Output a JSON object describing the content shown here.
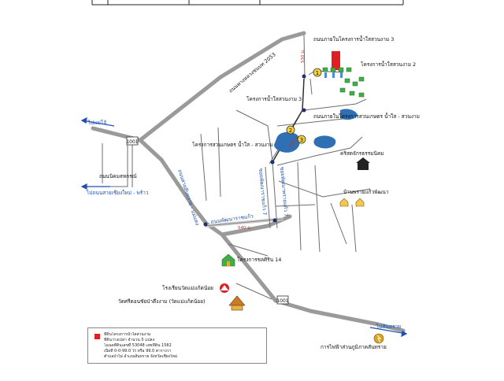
{
  "map": {
    "places": {
      "alley_3": "ถนนภายในโครงการน้ำใสสวนงาม 3",
      "nam_sai_2": "โครงการน้ำใสสวนงาม 2",
      "nam_sai_3": "โครงการน้ำใสสวนงาม 3",
      "kaset_road": "ถนนภายในโครงการสวนเกษตร น้ำใส - สวนงาม",
      "kaset_project": "โครงการสวนเกษตร น้ำใส - สวนงาม",
      "church": "คริสตจักรธรรมนิคม",
      "village_phatthana": "บ้านพรายแก้วพัฒนา",
      "siriphan": "โครงการชลศิริน 14",
      "school": "โรงเรียนวัดแม่แก้ดน้อย",
      "temple": "วัดศรีดอนชัยป่าตึงงาม (วัดแม่แก้ดน้อย)",
      "pea": "การไฟฟ้าส่วนภูมิภาคสันทราย"
    },
    "roads": {
      "highway_2053": "ถนนทางหลวงชนบท 2053",
      "to_mae_jo": "ไปแม่โจ้",
      "nikhom": "ถนนนิคมสหกรณ์",
      "to_cm_phrao": "ไปถนนสายเชียงใหม่ - พร้าว",
      "sansai_mae_ngat": "ถนนสายสันทราย - แม่แตง",
      "phattana_road": "ถนนพัฒนาราชแก้ว",
      "to_sansai": "ไปสันทราย",
      "soi_7": "ซอยพัฒนาราชแก้ว 7",
      "soi_7b": "ซอยพัฒนาพรายแก้ว 7"
    },
    "route_shields": {
      "r1": "1001",
      "r2": "1001"
    },
    "distances": {
      "d530": "530 ม.",
      "d880": "880 ม.",
      "d540": "540 ม."
    },
    "markers": {
      "m1": "1",
      "m2": "2",
      "m3": "3"
    }
  },
  "legend": {
    "line1": "ที่ดินโครงการน้ำใสสวนงาม",
    "line2": "ที่ดินว่างเปล่า จำนวน 5 แปลง",
    "line3": "โฉนดที่ดินเลขที่ 53048 เลขที่ดิน 1582",
    "line4": "เนื้อที่ 0-0-99.0 ไร่ หรือ 99.0 ตารางวา",
    "line5": "ตำบลป่าไผ่ อำเภอสันทราย จังหวัดเชียงใหม่"
  },
  "colors": {
    "road": "#9a9a9a",
    "local_road": "#6e6e6e",
    "water": "#2f6fb3",
    "land_marker": "#e02020",
    "distance": "#c03030",
    "marker_fill": "#f4d23c",
    "route_label": "#1f4fb0"
  }
}
